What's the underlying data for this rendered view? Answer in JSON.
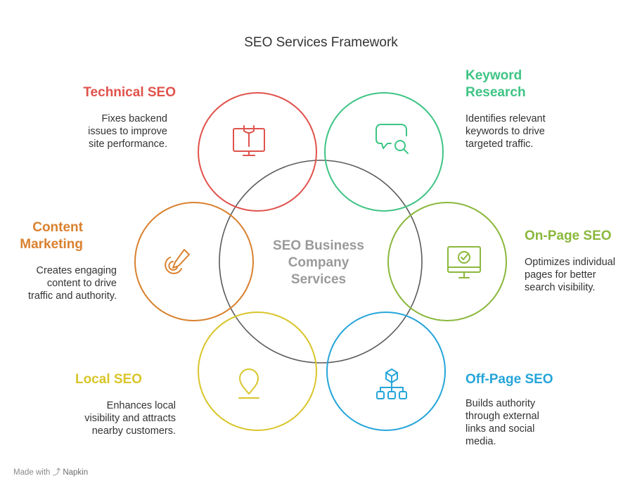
{
  "title": "SEO Services Framework",
  "center": {
    "line1": "SEO Business",
    "line2": "Company",
    "line3": "Services"
  },
  "colors": {
    "technical": "#e0524c",
    "keyword": "#3ec484",
    "onpage": "#8ab83c",
    "offpage": "#26a5d9",
    "local": "#d9c52a",
    "content": "#d9812f",
    "center": "#5a5a5a"
  },
  "services": {
    "technical": {
      "icon": "monitor-wrench-icon",
      "title": "Technical SEO",
      "desc": [
        "Fixes backend",
        "issues to improve",
        "site performance."
      ]
    },
    "keyword": {
      "icon": "chat-magnifier-icon",
      "title_line1": "Keyword",
      "title_line2": "Research",
      "desc": [
        "Identifies relevant",
        "keywords to drive",
        "targeted traffic."
      ]
    },
    "onpage": {
      "icon": "monitor-check-icon",
      "title": "On-Page SEO",
      "desc": [
        "Optimizes individual",
        "pages for better",
        "search visibility."
      ]
    },
    "offpage": {
      "icon": "network-hierarchy-icon",
      "title": "Off-Page SEO",
      "desc": [
        "Builds authority",
        "through external",
        "links and social",
        "media."
      ]
    },
    "local": {
      "icon": "map-pin-icon",
      "title": "Local SEO",
      "desc": [
        "Enhances local",
        "visibility and attracts",
        "nearby customers."
      ]
    },
    "content": {
      "icon": "pen-spiral-icon",
      "title_line1": "Content",
      "title_line2": "Marketing",
      "desc": [
        "Creates engaging",
        "content to drive",
        "traffic and authority."
      ]
    }
  },
  "footer": {
    "made_with": "Made with",
    "brand": "Napkin"
  }
}
